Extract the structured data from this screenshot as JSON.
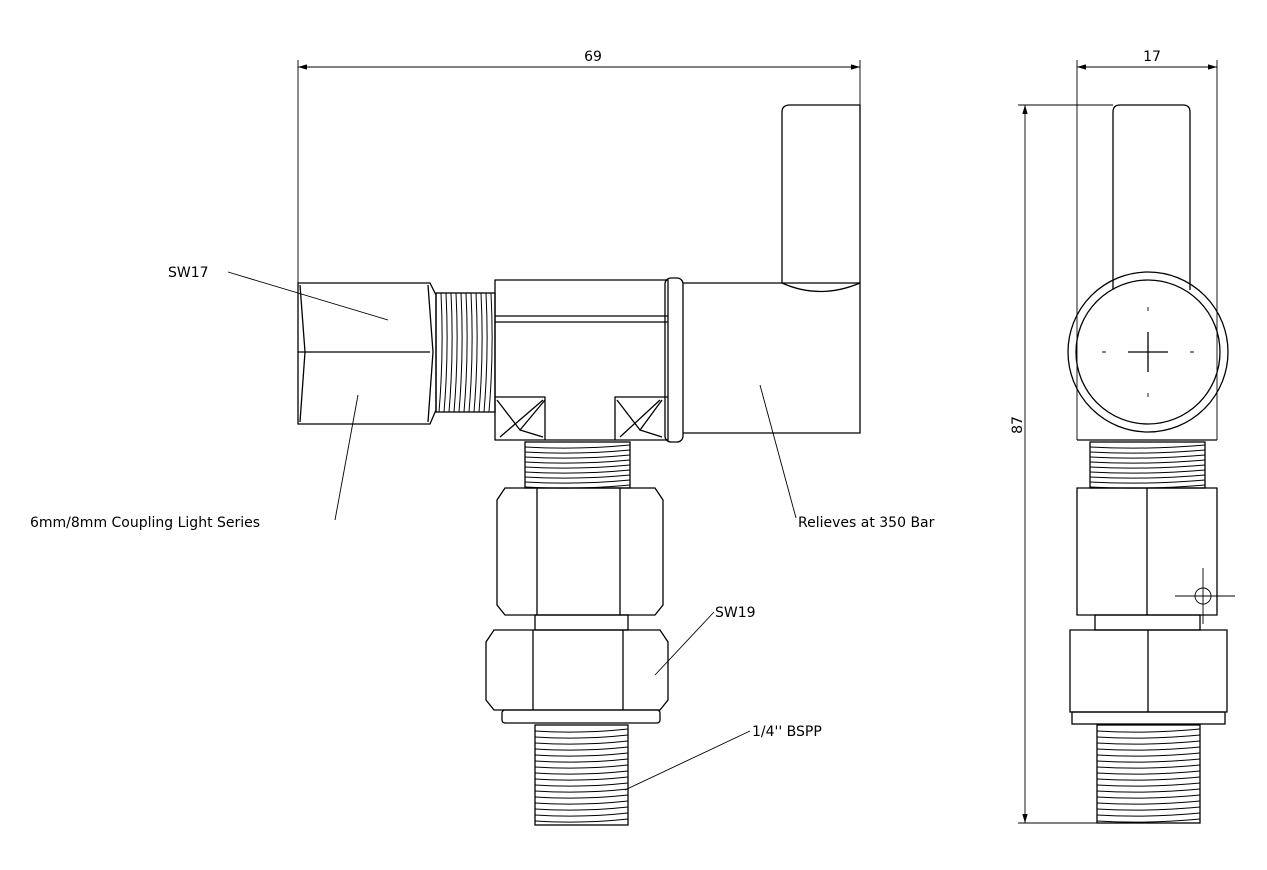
{
  "dimensions": {
    "width_front": "69",
    "width_side": "17",
    "height_side": "87"
  },
  "callouts": {
    "nut_left": "SW17",
    "coupling": "6mm/8mm Coupling Light Series",
    "relief": "Relieves at 350 Bar",
    "nut_bottom": "SW19",
    "port": "1/4'' BSPP"
  },
  "colors": {
    "line": "#000000",
    "background": "#ffffff"
  }
}
